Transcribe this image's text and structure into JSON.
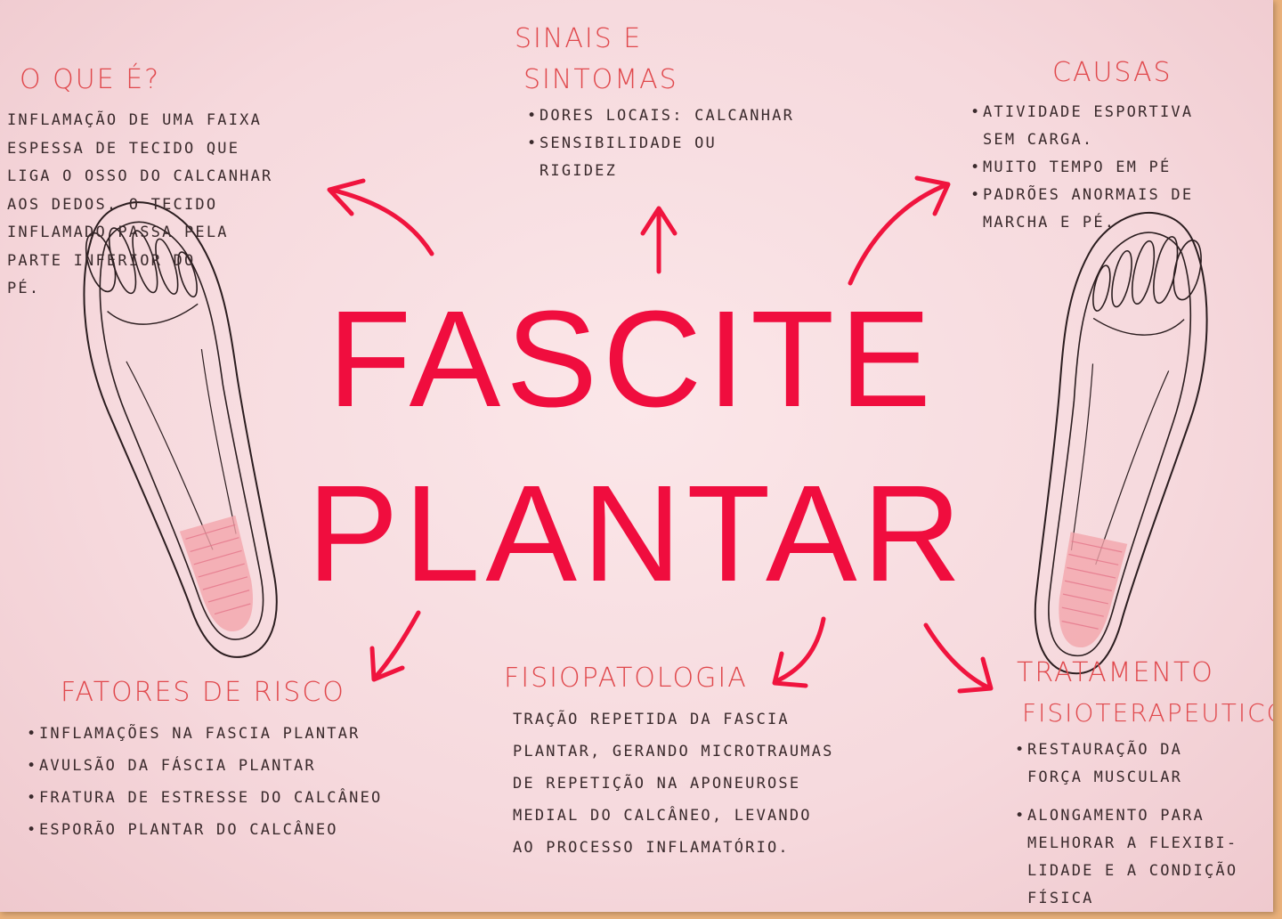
{
  "title": {
    "line1": "FASCITE",
    "line2": "PLANTAR"
  },
  "colors": {
    "title": "#f00d3e",
    "heading": "#e0484c",
    "arrow": "#f0143e",
    "text": "#3a2a2c",
    "paper": "#fbe7e9",
    "inflamed": "#f2a5ab"
  },
  "o_que_e": {
    "heading": "O QUE É?",
    "lines": [
      "INFLAMAÇÃO DE UMA FAIXA",
      "ESPESSA DE TECIDO QUE",
      "LIGA O OSSO DO CALCANHAR",
      "AOS DEDOS. O TECIDO",
      "INFLAMADO PASSA PELA",
      "PARTE INFERIOR DO",
      "PÉ."
    ]
  },
  "sinais": {
    "heading_line1": "SINAIS E",
    "heading_line2": "SINTOMAS",
    "items": [
      {
        "lines": [
          "DORES LOCAIS: CALCANHAR"
        ]
      },
      {
        "lines": [
          "SENSIBILIDADE OU",
          "RIGIDEZ"
        ]
      }
    ]
  },
  "causas": {
    "heading": "CAUSAS",
    "items": [
      {
        "lines": [
          "ATIVIDADE ESPORTIVA",
          "SEM CARGA."
        ]
      },
      {
        "lines": [
          "MUITO TEMPO EM PÉ"
        ]
      },
      {
        "lines": [
          "PADRÕES ANORMAIS DE",
          "MARCHA E PÉ."
        ]
      }
    ]
  },
  "fatores": {
    "heading": "FATORES DE RISCO",
    "items": [
      {
        "lines": [
          "INFLAMAÇÕES NA FASCIA PLANTAR"
        ]
      },
      {
        "lines": [
          "AVULSÃO DA FÁSCIA PLANTAR"
        ]
      },
      {
        "lines": [
          "FRATURA DE ESTRESSE DO CALCÂNEO"
        ]
      },
      {
        "lines": [
          "ESPORÃO PLANTAR DO CALCÂNEO"
        ]
      }
    ]
  },
  "fisiopatologia": {
    "heading": "FISIOPATOLOGIA",
    "lines": [
      "TRAÇÃO REPETIDA DA FASCIA",
      "PLANTAR, GERANDO MICROTRAUMAS",
      "DE REPETIÇÃO NA APONEUROSE",
      "MEDIAL DO CALCÂNEO, LEVANDO",
      "AO PROCESSO INFLAMATÓRIO."
    ]
  },
  "tratamento": {
    "heading_line1": "TRATAMENTO",
    "heading_line2": "FISIOTERAPEUTICO",
    "items": [
      {
        "lines": [
          "RESTAURAÇÃO DA",
          "FORÇA MUSCULAR"
        ]
      },
      {
        "lines": [
          "ALONGAMENTO PARA",
          "MELHORAR A FLEXIBI-",
          "LIDADE E A CONDIÇÃO",
          "FÍSICA"
        ]
      }
    ]
  }
}
